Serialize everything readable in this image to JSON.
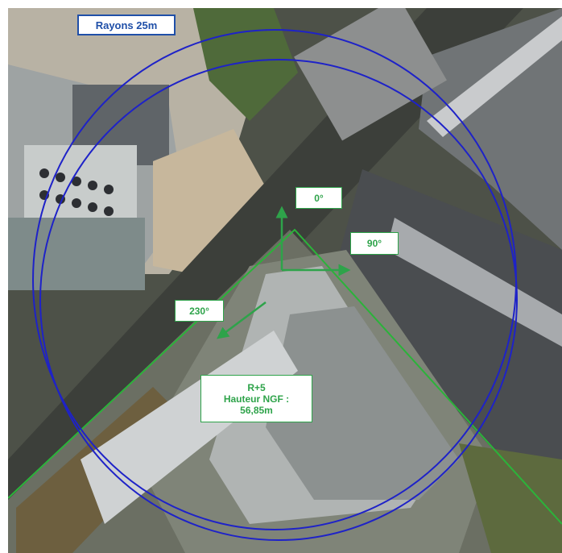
{
  "radius_label": "Rayons 25m",
  "angles": {
    "north": "0°",
    "east": "90°",
    "southwest": "230°"
  },
  "building": {
    "floors": "R+5",
    "height_label": "Hauteur NGF :",
    "height_value": "56,85m"
  },
  "colors": {
    "circle": "#1e22c8",
    "arrow": "#2ea34a",
    "label_border": "#1f4fa8",
    "roof_outline": "#2bb33a"
  }
}
